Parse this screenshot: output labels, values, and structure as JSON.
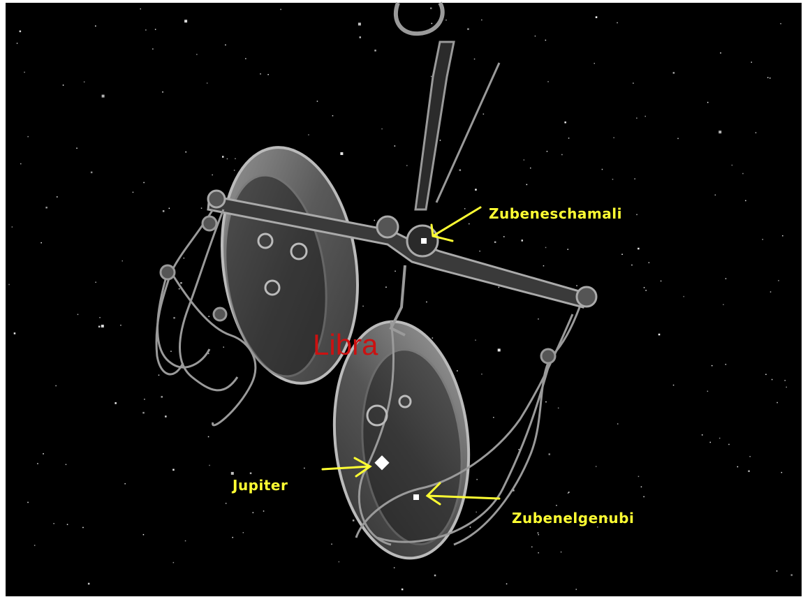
{
  "constellation": {
    "name": "Libra"
  },
  "labels": {
    "zubeneschamali": "Zubeneschamali",
    "jupiter": "Jupiter",
    "zubenelgenubi": "Zubenelgenubi"
  },
  "colors": {
    "sky": "#000000",
    "frame": "#ffffff",
    "label": "#ffff33",
    "arrow": "#ffff33",
    "constellation_name": "#cc1111",
    "artwork": "#8a8a8a"
  }
}
